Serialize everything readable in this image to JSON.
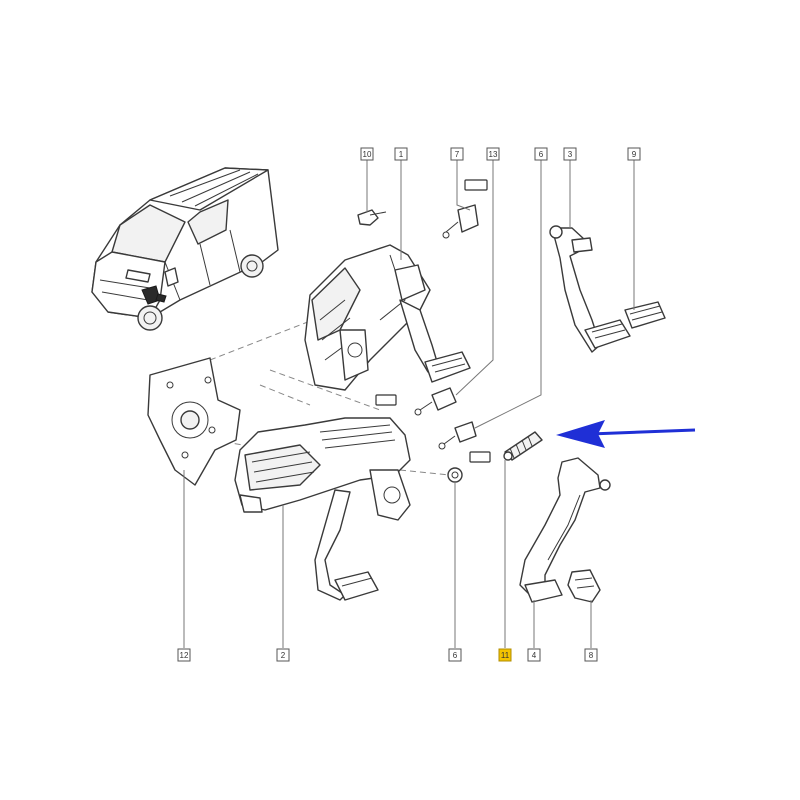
{
  "diagram": {
    "callouts": [
      {
        "id": "c10",
        "label": "10",
        "highlight": false
      },
      {
        "id": "c1",
        "label": "1",
        "highlight": false
      },
      {
        "id": "c7",
        "label": "7",
        "highlight": false
      },
      {
        "id": "c13",
        "label": "13",
        "highlight": false
      },
      {
        "id": "c6top",
        "label": "6",
        "highlight": false
      },
      {
        "id": "c3",
        "label": "3",
        "highlight": false
      },
      {
        "id": "c9",
        "label": "9",
        "highlight": false
      },
      {
        "id": "c12",
        "label": "12",
        "highlight": false
      },
      {
        "id": "c2",
        "label": "2",
        "highlight": false
      },
      {
        "id": "c6bot",
        "label": "6",
        "highlight": false
      },
      {
        "id": "c11",
        "label": "11",
        "highlight": true
      },
      {
        "id": "c4",
        "label": "4",
        "highlight": false
      },
      {
        "id": "c8",
        "label": "8",
        "highlight": false
      }
    ],
    "arrow_color": "#1f2fd6",
    "highlight_color": "#f5c400"
  }
}
